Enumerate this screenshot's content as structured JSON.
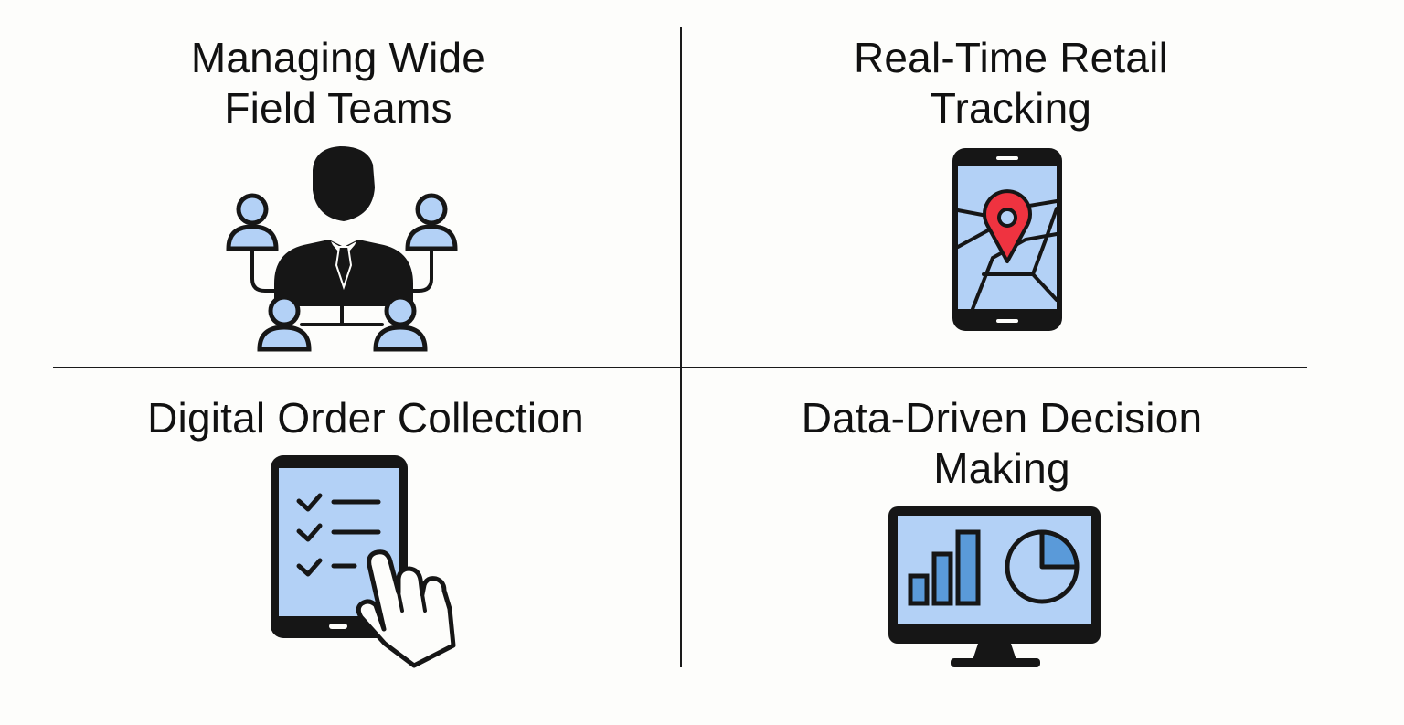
{
  "quadrants": [
    {
      "title_lines": [
        "Managing Wide",
        "Field Teams"
      ],
      "icon": "team-hierarchy-icon"
    },
    {
      "title_lines": [
        "Real-Time Retail",
        "Tracking"
      ],
      "icon": "phone-map-pin-icon"
    },
    {
      "title_lines": [
        "Digital Order Collection"
      ],
      "icon": "tablet-checklist-icon"
    },
    {
      "title_lines": [
        "Data-Driven Decision",
        "Making"
      ],
      "icon": "monitor-charts-icon"
    }
  ],
  "colors": {
    "ink": "#161616",
    "light_blue": "#b3d1f6",
    "mid_blue": "#5a9ad9",
    "pin_red": "#ef3340",
    "background": "#fdfdfb"
  }
}
